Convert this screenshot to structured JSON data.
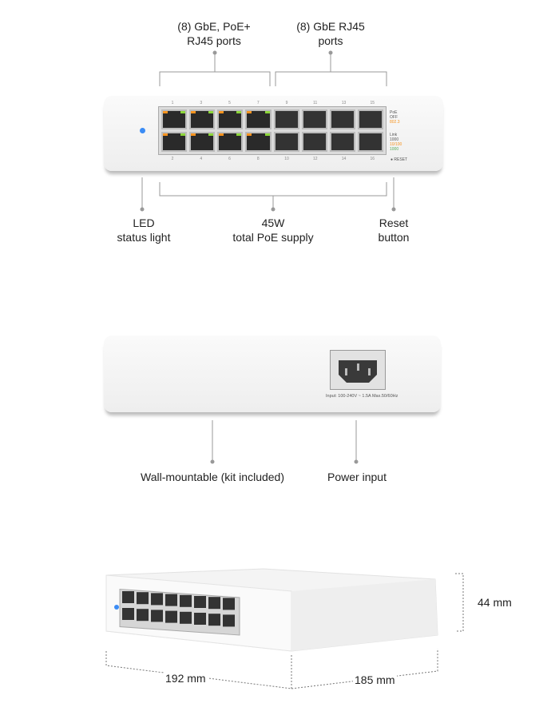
{
  "front_view": {
    "callouts": {
      "poe_ports": [
        "(8) GbE, PoE+",
        "RJ45 ports"
      ],
      "rj45_ports": [
        "(8) GbE RJ45",
        "ports"
      ],
      "led": [
        "LED",
        "status light"
      ],
      "poe_supply": [
        "45W",
        "total PoE supply"
      ],
      "reset": [
        "Reset",
        "button"
      ]
    },
    "port_labels_top": [
      "1",
      "3",
      "5",
      "7",
      "9",
      "11",
      "13",
      "15"
    ],
    "port_labels_bottom": [
      "2",
      "4",
      "6",
      "8",
      "10",
      "12",
      "14",
      "16"
    ],
    "legend": {
      "poe": "PoE",
      "poe_off": "OFF",
      "poe_8023": "802.3",
      "link": "Link",
      "link_1000": "1000",
      "link_100": "10/100",
      "link_g": "1000"
    },
    "reset_text": "RESET",
    "colors": {
      "led": "#3b8cf5",
      "poe_led": "#f7931e",
      "link_led": "#8cd63a"
    }
  },
  "back_view": {
    "power_rating": "Input: 100-240V ~ 1.5A Max.50/60Hz",
    "callouts": {
      "wall_mount": "Wall-mountable (kit included)",
      "power": "Power input"
    }
  },
  "dimensions": {
    "height": "44 mm",
    "width": "192 mm",
    "depth": "185 mm"
  }
}
